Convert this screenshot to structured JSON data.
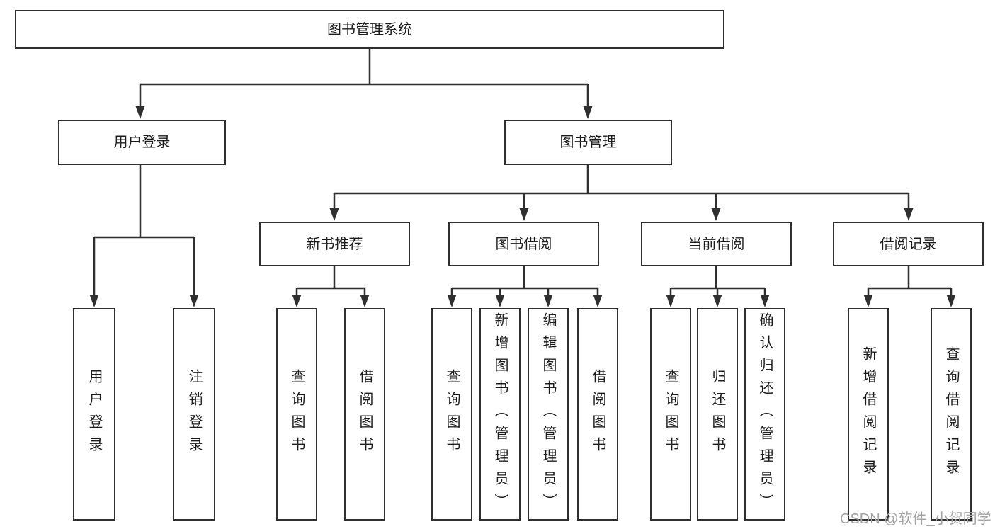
{
  "diagram": {
    "type": "hierarchy",
    "tree": {
      "label": "图书管理系统",
      "children": [
        {
          "label": "用户登录",
          "children": [
            {
              "label": "用户登录"
            },
            {
              "label": "注销登录"
            }
          ]
        },
        {
          "label": "图书管理",
          "children": [
            {
              "label": "新书推荐",
              "children": [
                {
                  "label": "查询图书"
                },
                {
                  "label": "借阅图书"
                }
              ]
            },
            {
              "label": "图书借阅",
              "children": [
                {
                  "label": "查询图书"
                },
                {
                  "label": "新增图书（管理员）"
                },
                {
                  "label": "编辑图书（管理员）"
                },
                {
                  "label": "借阅图书"
                }
              ]
            },
            {
              "label": "当前借阅",
              "children": [
                {
                  "label": "查询图书"
                },
                {
                  "label": "归还图书"
                },
                {
                  "label": "确认归还（管理员）"
                }
              ]
            },
            {
              "label": "借阅记录",
              "children": [
                {
                  "label": "新增借阅记录"
                },
                {
                  "label": "查询借阅记录"
                }
              ]
            }
          ]
        }
      ]
    },
    "colors": {
      "line": "#2f2f2f",
      "box_border": "#2f2f2f",
      "box_fill": "#ffffff",
      "text": "#1c1c1c",
      "watermark": "#a3a3a3",
      "background": "#ffffff"
    }
  },
  "watermark": "CSDN @软件_小贺同学"
}
